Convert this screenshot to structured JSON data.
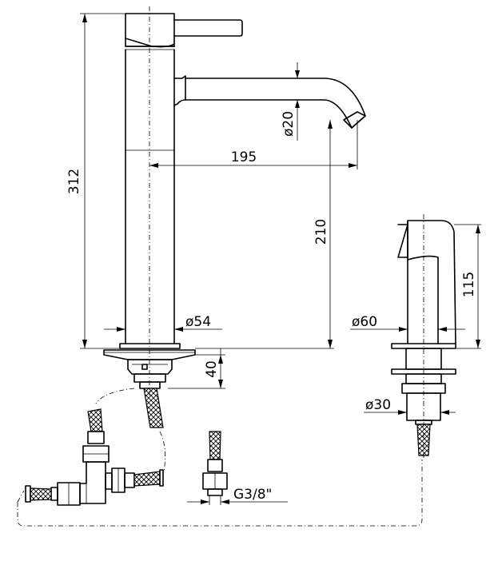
{
  "dimensions": {
    "total_height": "312",
    "spout_reach": "195",
    "spout_height": "210",
    "spout_diameter": "ø20",
    "base_diameter": "ø54",
    "base_height": "40",
    "spray_height": "115",
    "spray_base_diameter": "ø60",
    "spray_shank_diameter": "ø30",
    "thread_size": "G3/8\""
  }
}
